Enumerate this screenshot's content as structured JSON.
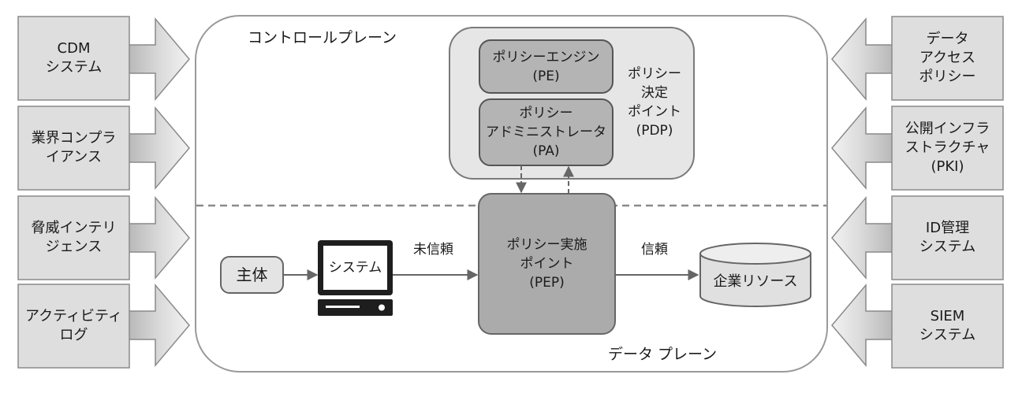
{
  "left_inputs": [
    {
      "label": "CDM\nシステム"
    },
    {
      "label": "業界コンプラ\nイアンス"
    },
    {
      "label": "脅威インテリ\nジェンス"
    },
    {
      "label": "アクティビティ\nログ"
    }
  ],
  "right_inputs": [
    {
      "label": "データ\nアクセス\nポリシー"
    },
    {
      "label": "公開インフラ\nストラクチャ\n(PKI)"
    },
    {
      "label": "ID管理\nシステム"
    },
    {
      "label": "SIEM\nシステム"
    }
  ],
  "control_plane": {
    "label": "コントロールプレーン"
  },
  "data_plane": {
    "label": "データ プレーン"
  },
  "pdp": {
    "label": "ポリシー\n決定\nポイント\n(PDP)",
    "pe": "ポリシーエンジン\n(PE)",
    "pa": "ポリシー\nアドミニストレータ\n(PA)"
  },
  "pep": {
    "label": "ポリシー実施\nポイント\n(PEP)"
  },
  "subject": {
    "label": "主体"
  },
  "system": {
    "label": "システム"
  },
  "untrusted": {
    "label": "未信頼"
  },
  "trusted": {
    "label": "信頼"
  },
  "resource": {
    "label": "企業リソース"
  }
}
